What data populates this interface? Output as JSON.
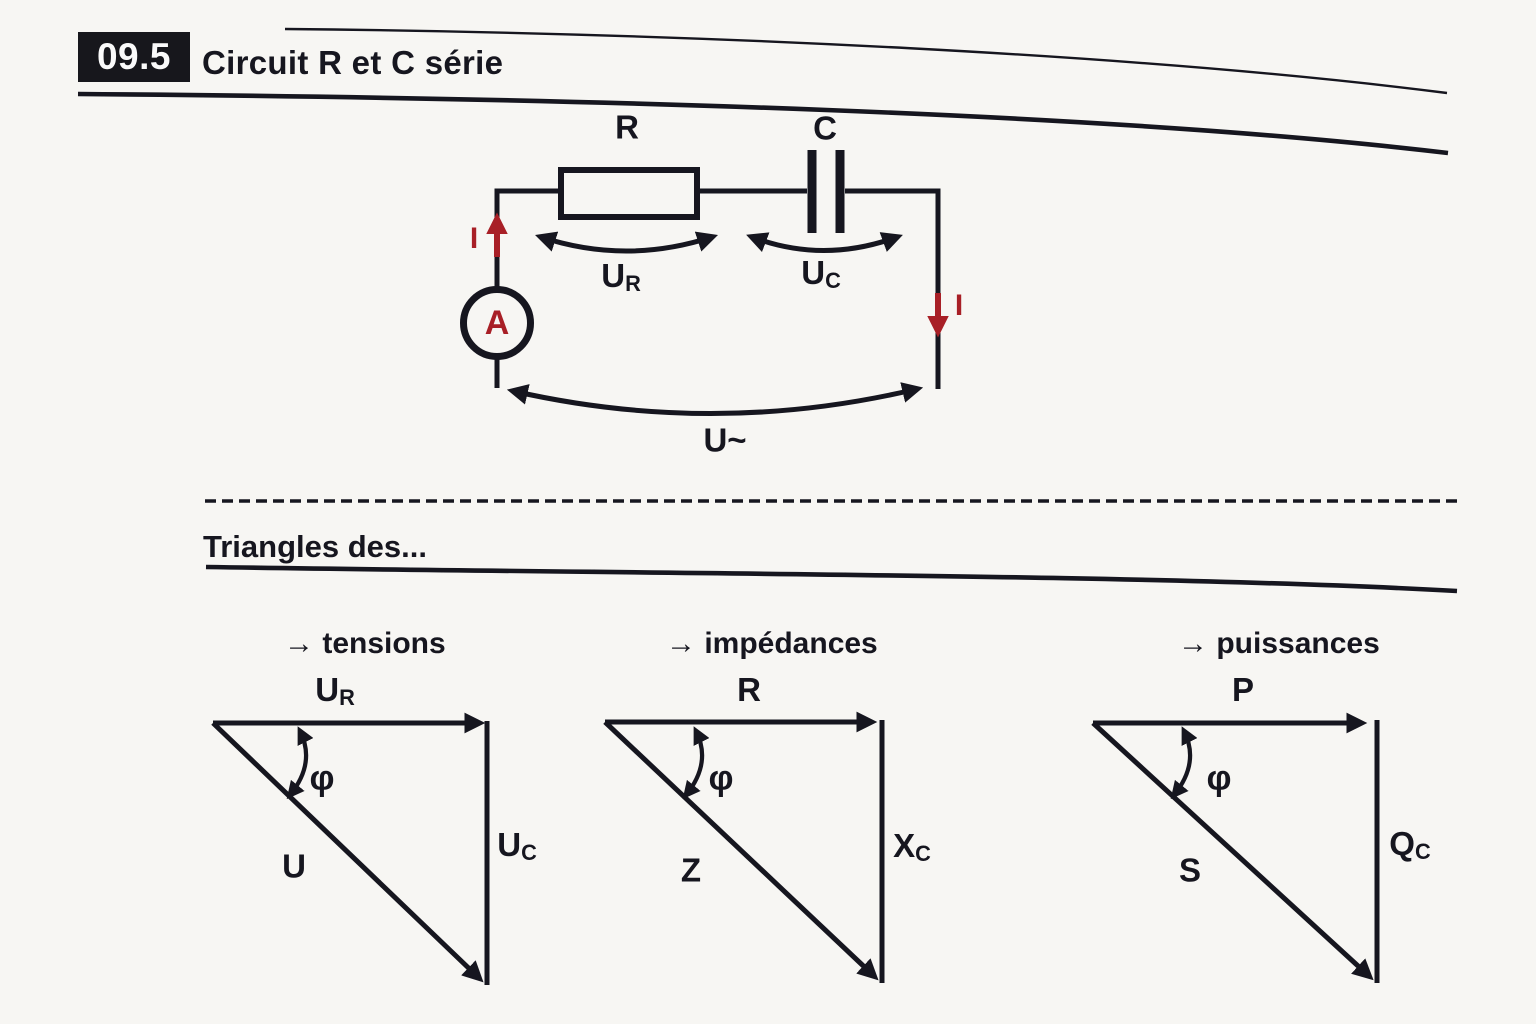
{
  "header": {
    "badge": "09.5",
    "title": "Circuit R et C série"
  },
  "circuit": {
    "resistor_label": "R",
    "capacitor_label": "C",
    "ammeter_label": "A",
    "current_in_label": "I",
    "current_out_label": "I",
    "voltage_resistor": {
      "main": "U",
      "sub": "R"
    },
    "voltage_capacitor": {
      "main": "U",
      "sub": "C"
    },
    "voltage_source": "U~"
  },
  "section": {
    "heading": "Triangles des..."
  },
  "triangles": [
    {
      "header": "→ tensions",
      "top": {
        "main": "U",
        "sub": "R"
      },
      "right": {
        "main": "U",
        "sub": "C"
      },
      "hypotenuse": "U",
      "angle": "φ"
    },
    {
      "header": "→ impédances",
      "top": {
        "main": "R",
        "sub": ""
      },
      "right": {
        "main": "X",
        "sub": "C"
      },
      "hypotenuse": "Z",
      "angle": "φ"
    },
    {
      "header": "→ puissances",
      "top": {
        "main": "P",
        "sub": ""
      },
      "right": {
        "main": "Q",
        "sub": "C"
      },
      "hypotenuse": "S",
      "angle": "φ"
    }
  ],
  "colors": {
    "ink": "#16161f",
    "accent_red": "#a81f26",
    "paper": "#f7f6f3"
  }
}
